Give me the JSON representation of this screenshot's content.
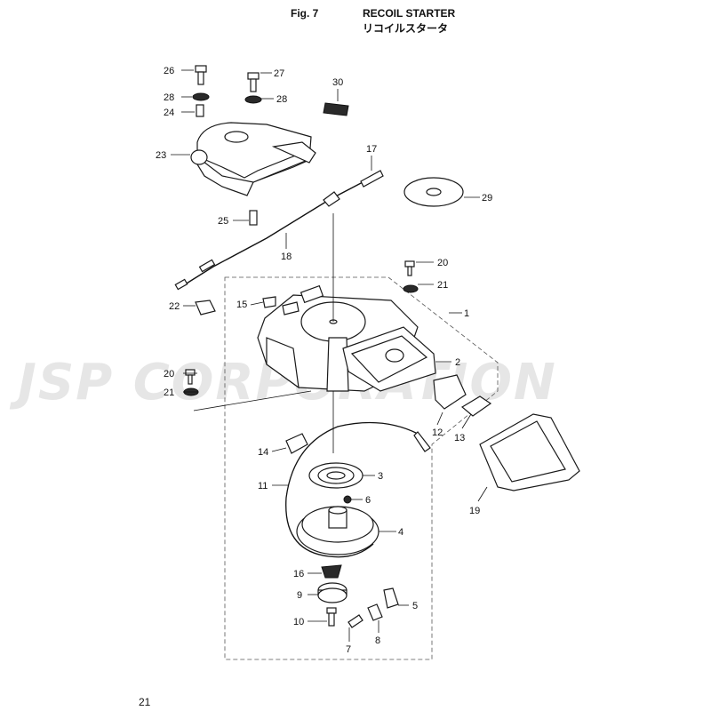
{
  "header": {
    "figure_number": "Fig. 7",
    "title": "RECOIL STARTER",
    "subtitle": "リコイルスタータ"
  },
  "page_number": "21",
  "watermark": "JSP CORPORATION",
  "callouts": {
    "c26": "26",
    "c27": "27",
    "c28a": "28",
    "c28b": "28",
    "c24": "24",
    "c30": "30",
    "c23": "23",
    "c17": "17",
    "c29": "29",
    "c25": "25",
    "c18": "18",
    "c20a": "20",
    "c21a": "21",
    "c1": "1",
    "c22": "22",
    "c15": "15",
    "c2": "2",
    "c20b": "20",
    "c21b": "21",
    "c12": "12",
    "c13": "13",
    "c14": "14",
    "c3": "3",
    "c11": "11",
    "c6": "6",
    "c19": "19",
    "c4": "4",
    "c16": "16",
    "c9": "9",
    "c5": "5",
    "c10": "10",
    "c8": "8",
    "c7": "7"
  }
}
